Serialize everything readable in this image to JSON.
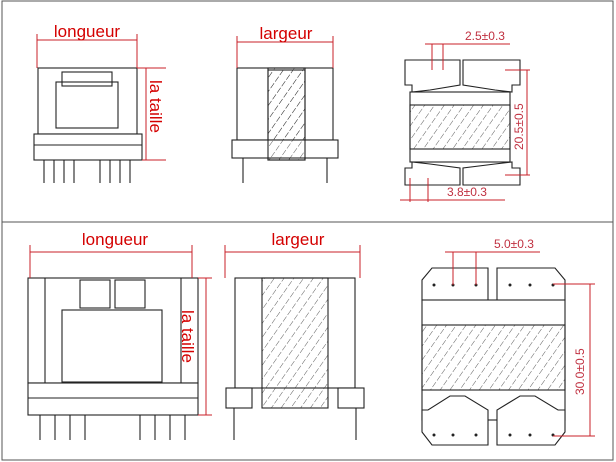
{
  "top_row": {
    "front_view": {
      "length_label": "longueur",
      "height_label": "la taille"
    },
    "side_view": {
      "width_label": "largeur"
    },
    "bottom_view": {
      "pin_pitch": "2.5±0.3",
      "row_spacing": "20.5±0.5",
      "pin_offset": "3.8±0.3"
    }
  },
  "bottom_row": {
    "front_view": {
      "length_label": "longueur",
      "height_label": "la taille"
    },
    "side_view": {
      "width_label": "largeur"
    },
    "bottom_view": {
      "pin_pitch": "5.0±0.3",
      "row_spacing": "30.0±0.5"
    }
  },
  "colors": {
    "label": "#d40000",
    "dimension": "#c8202a",
    "line": "#222222"
  }
}
